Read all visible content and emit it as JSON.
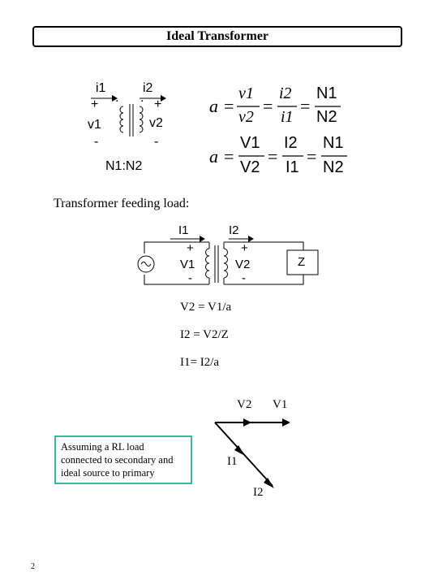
{
  "title": "Ideal Transformer",
  "transformer1": {
    "i1": "i1",
    "i2": "i2",
    "plus1": "+",
    "plus2": "+",
    "v1": "v1",
    "v2": "v2",
    "minus1": "-",
    "minus2": "-",
    "dot": ".",
    "ratio": "N1:N2"
  },
  "equations": {
    "a": "a",
    "eq": "=",
    "v1": "v1",
    "v2": "v2",
    "i2": "i2",
    "i1": "i1",
    "N1": "N1",
    "N2": "N2",
    "V1": "V1",
    "V2": "V2",
    "I2": "I2",
    "I1": "I1"
  },
  "load_heading": "Transformer feeding load:",
  "transformer2": {
    "I1": "I1",
    "I2": "I2",
    "plus1": "+",
    "plus2": "+",
    "V1": "V1",
    "V2": "V2",
    "minus1": "-",
    "minus2": "-",
    "Z": "Z"
  },
  "formulas": [
    "V2 = V1/a",
    "I2 = V2/Z",
    "I1= I2/a"
  ],
  "phasor": {
    "V2": "V2",
    "V1": "V1",
    "I1": "I1",
    "I2": "I2"
  },
  "note": "Assuming a RL load connected to secondary and ideal source to primary",
  "page_number": "2",
  "colors": {
    "note_border": "#3cb8a0"
  }
}
